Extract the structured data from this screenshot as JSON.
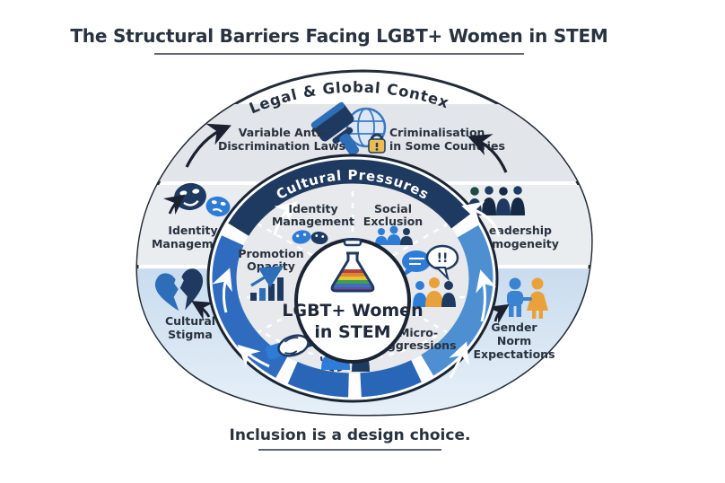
{
  "title": {
    "text": "The Structural Barriers Facing LGBT+ Women in STEM"
  },
  "caption": {
    "text": "Inclusion is a design choice."
  },
  "legal_ring": {
    "arc_label": "Legal & Global Context",
    "icon": "gavel-globe-lock-icon",
    "left": {
      "lines": [
        "Variable Anti-",
        "Discrimination Laws"
      ]
    },
    "right": {
      "lines": [
        "Criminalisation",
        "in Some Countries"
      ]
    }
  },
  "context_items": [
    {
      "id": "identity-management",
      "icon": "theater-masks-icon",
      "lines": [
        "Identity",
        "Management"
      ]
    },
    {
      "id": "leadership-homogeneity",
      "icon": "leadership-group-icon",
      "lines": [
        "Leadership",
        "Homogeneity"
      ]
    },
    {
      "id": "cultural-stigma",
      "icon": "broken-heart-icon",
      "lines": [
        "Cultural",
        "Stigma"
      ]
    },
    {
      "id": "gender-norm-expectations",
      "icon": "man-woman-couple-icon",
      "lines": [
        "Gender",
        "Norm",
        "Expectations"
      ]
    }
  ],
  "pressure_ring": {
    "arc_label": "Cultural Pressures",
    "items": [
      {
        "id": "identity-management-inner",
        "icon": "mask-icon",
        "lines": [
          "Identity",
          "Management"
        ]
      },
      {
        "id": "social-exclusion",
        "icon": "excluded-group-icon",
        "lines": [
          "Social",
          "Exclusion"
        ]
      },
      {
        "id": "promotion-opacity",
        "icon": "growth-chart-icon",
        "lines": [
          "Promotion",
          "Opacity"
        ]
      },
      {
        "id": "micro-aggressions",
        "icon": "speech-bubbles-icon",
        "bubble_text": "!!",
        "lines": [
          "Micro-",
          "aggressions"
        ]
      },
      {
        "id": "handshake",
        "icon": "handshake-icon"
      },
      {
        "id": "left-out-group",
        "icon": "left-out-group-icon"
      }
    ]
  },
  "center": {
    "icon": "rainbow-flask-icon",
    "lines": [
      "LGBT+ Women",
      "in STEM"
    ]
  },
  "colors": {
    "navy": "#1f3a60",
    "blue": "#2a66b8",
    "light_blue": "#4e8fd2",
    "accent_blue": "#2e7cd6",
    "orange": "#e9a23b",
    "gold": "#ecbc4f",
    "band_gray": "#e2e5e9",
    "band_light_gray": "#eaedf0",
    "band_blue": "#cfe0f0",
    "disc_gray": "#e7e9ec",
    "ink": "#29323f"
  }
}
